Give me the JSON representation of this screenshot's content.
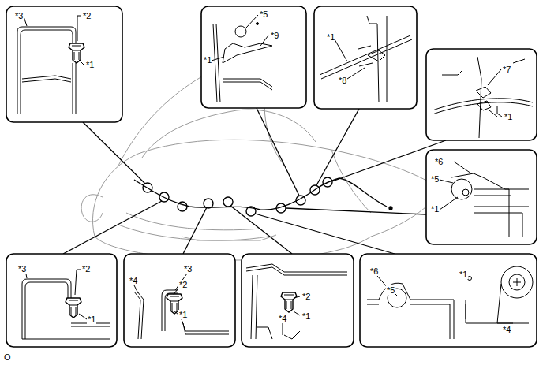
{
  "diagram": {
    "labels": [
      "*3",
      "*2",
      "*1",
      "*5",
      "*9",
      "*1",
      "*1",
      "*8",
      "*7",
      "*1",
      "*6",
      "*5",
      "*1",
      "*3",
      "*2",
      "*1",
      "*4",
      "*3",
      "*2",
      "*1",
      "*2",
      "*1",
      "*4",
      "*6",
      "*5",
      "*1",
      "*4",
      "O"
    ]
  }
}
